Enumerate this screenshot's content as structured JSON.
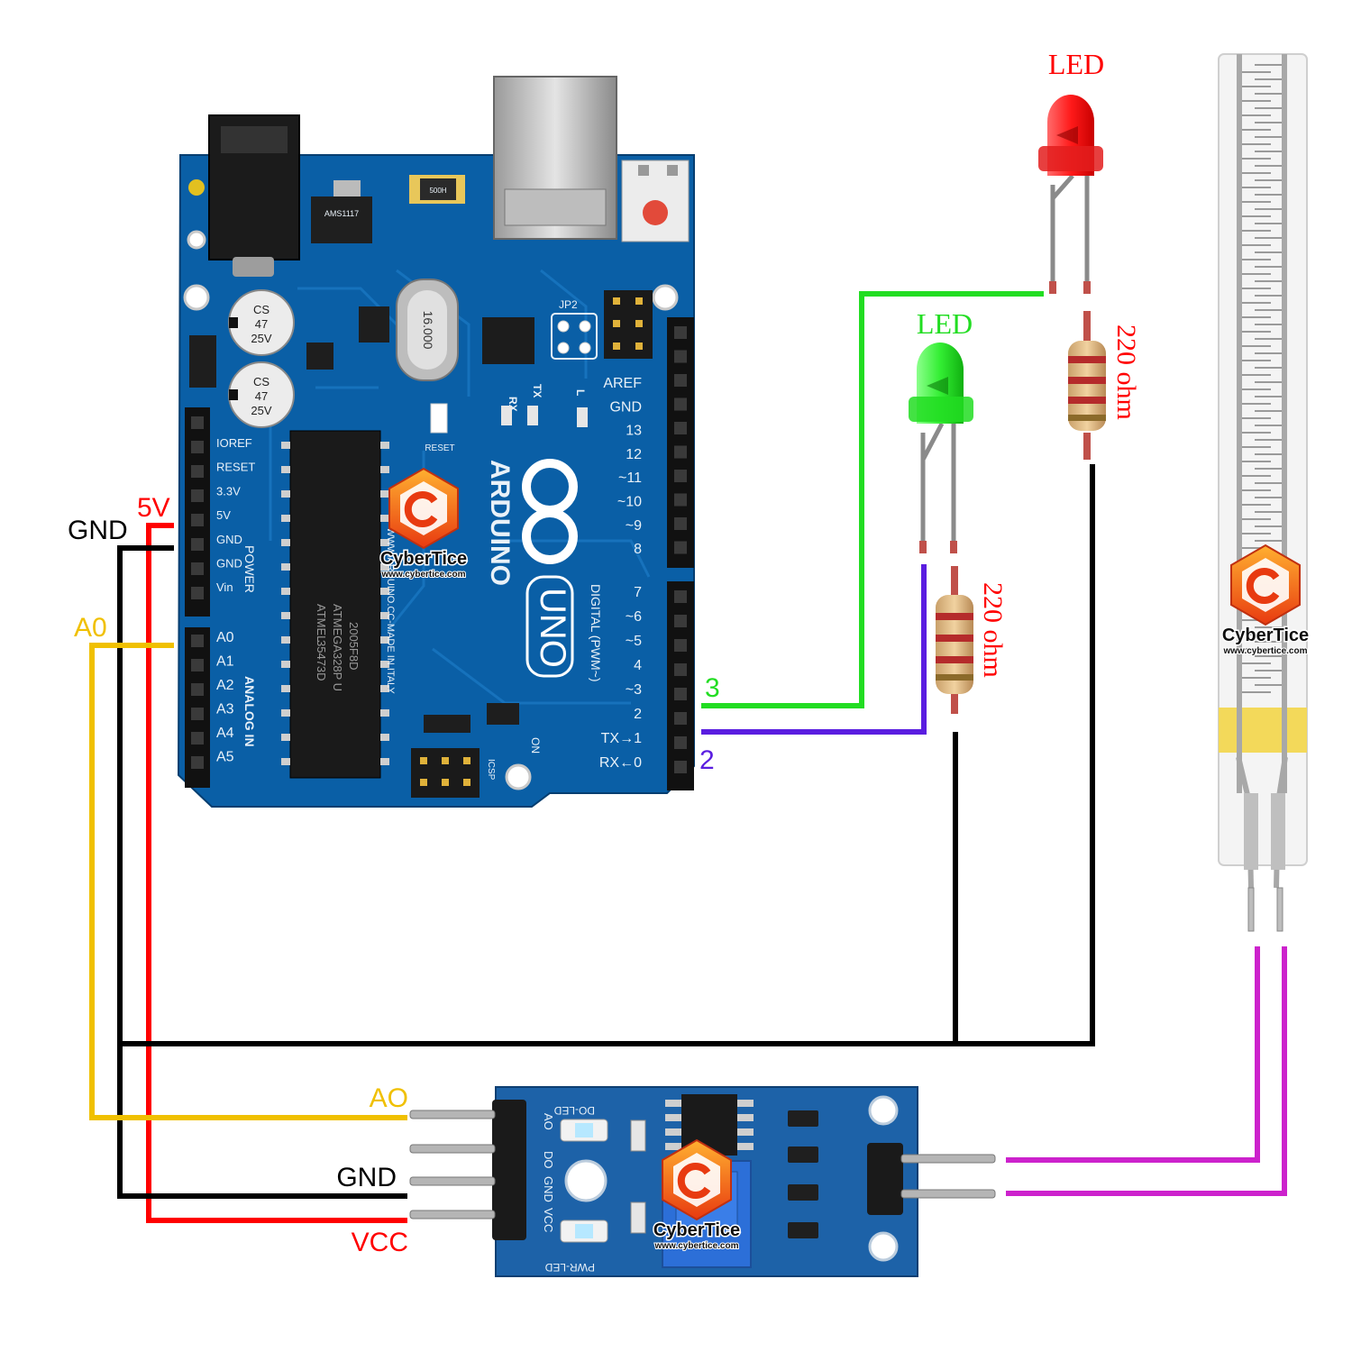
{
  "colors": {
    "wire_5v": "#ff0000",
    "wire_gnd": "#000000",
    "wire_a0": "#f0c000",
    "wire_pin3": "#22dd22",
    "wire_pin2": "#5a1de0",
    "wire_sensor": "#cc22cc",
    "board_blue": "#0a5fa6",
    "led_red": "#ff2a2a",
    "led_green": "#33ee33"
  },
  "wire_labels": {
    "v5": "5V",
    "gnd_arduino": "GND",
    "a0_arduino": "A0",
    "pin3": "3",
    "pin2": "2",
    "ao_module": "AO",
    "gnd_module": "GND",
    "vcc_module": "VCC"
  },
  "led_red": {
    "label": "LED",
    "resistor_label": "220 ohm"
  },
  "led_green": {
    "label": "LED",
    "resistor_label": "220 ohm"
  },
  "arduino": {
    "brand": "ARDUINO",
    "model": "UNO",
    "website": "WWW.ARDUINO.CC-MADE IN ITALY",
    "chip_brand": "ATMEL",
    "chip_lot": "35473D",
    "chip_name": "ATMEGA328P U",
    "chip_code": "2005F8D",
    "crystal": "16.000",
    "reg": "AMS1117",
    "cap_text": [
      "CS",
      "47",
      "25V"
    ],
    "power_label": "POWER",
    "analog_label": "ANALOG IN",
    "digital_label": "DIGITAL (PWM~)",
    "header_labels_power": [
      "IOREF",
      "RESET",
      "3.3V",
      "5V",
      "GND",
      "GND",
      "Vin"
    ],
    "header_labels_analog": [
      "A0",
      "A1",
      "A2",
      "A3",
      "A4",
      "A5"
    ],
    "header_labels_digital_top": [
      "AREF",
      "GND",
      "13",
      "12",
      "~11",
      "~10",
      "~9",
      "8"
    ],
    "header_labels_digital_bottom": [
      "7",
      "~6",
      "~5",
      "4",
      "~3",
      "2",
      "TX→1",
      "RX←0"
    ],
    "misc": [
      "RX",
      "TX",
      "L",
      "JP2",
      "ON",
      "ICSP",
      "RESET",
      "500H"
    ]
  },
  "module": {
    "do_led": "DO-LED",
    "pwr_led": "PWR-LED",
    "pins": [
      "AO",
      "DO",
      "GND",
      "VCC"
    ]
  },
  "watermark": {
    "brand": "CyberTice",
    "url": "www.cybertice.com"
  }
}
